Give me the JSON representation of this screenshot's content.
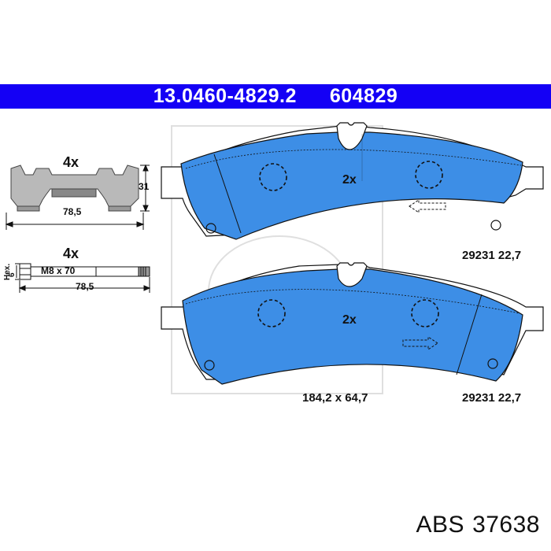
{
  "header": {
    "part_number": "13.0460-4829.2",
    "ref_number": "604829"
  },
  "clips": {
    "quantity": "4x",
    "height": "31",
    "width": "78,5"
  },
  "bolts": {
    "quantity": "4x",
    "head_label": "Hex.",
    "head_size": "6",
    "thread": "M8 x 70",
    "length": "78,5"
  },
  "pad_top": {
    "quantity": "2x",
    "wva_thickness": "29231  22,7"
  },
  "pad_bottom": {
    "quantity": "2x",
    "dimensions": "184,2 x 64,7",
    "wva_thickness": "29231  22,7"
  },
  "footer": {
    "brand": "ABS",
    "code": "37638"
  },
  "colors": {
    "header_bg": "#1400f5",
    "pad_fill": "#3d8ee6",
    "backplate_fill": "#ffffff"
  }
}
